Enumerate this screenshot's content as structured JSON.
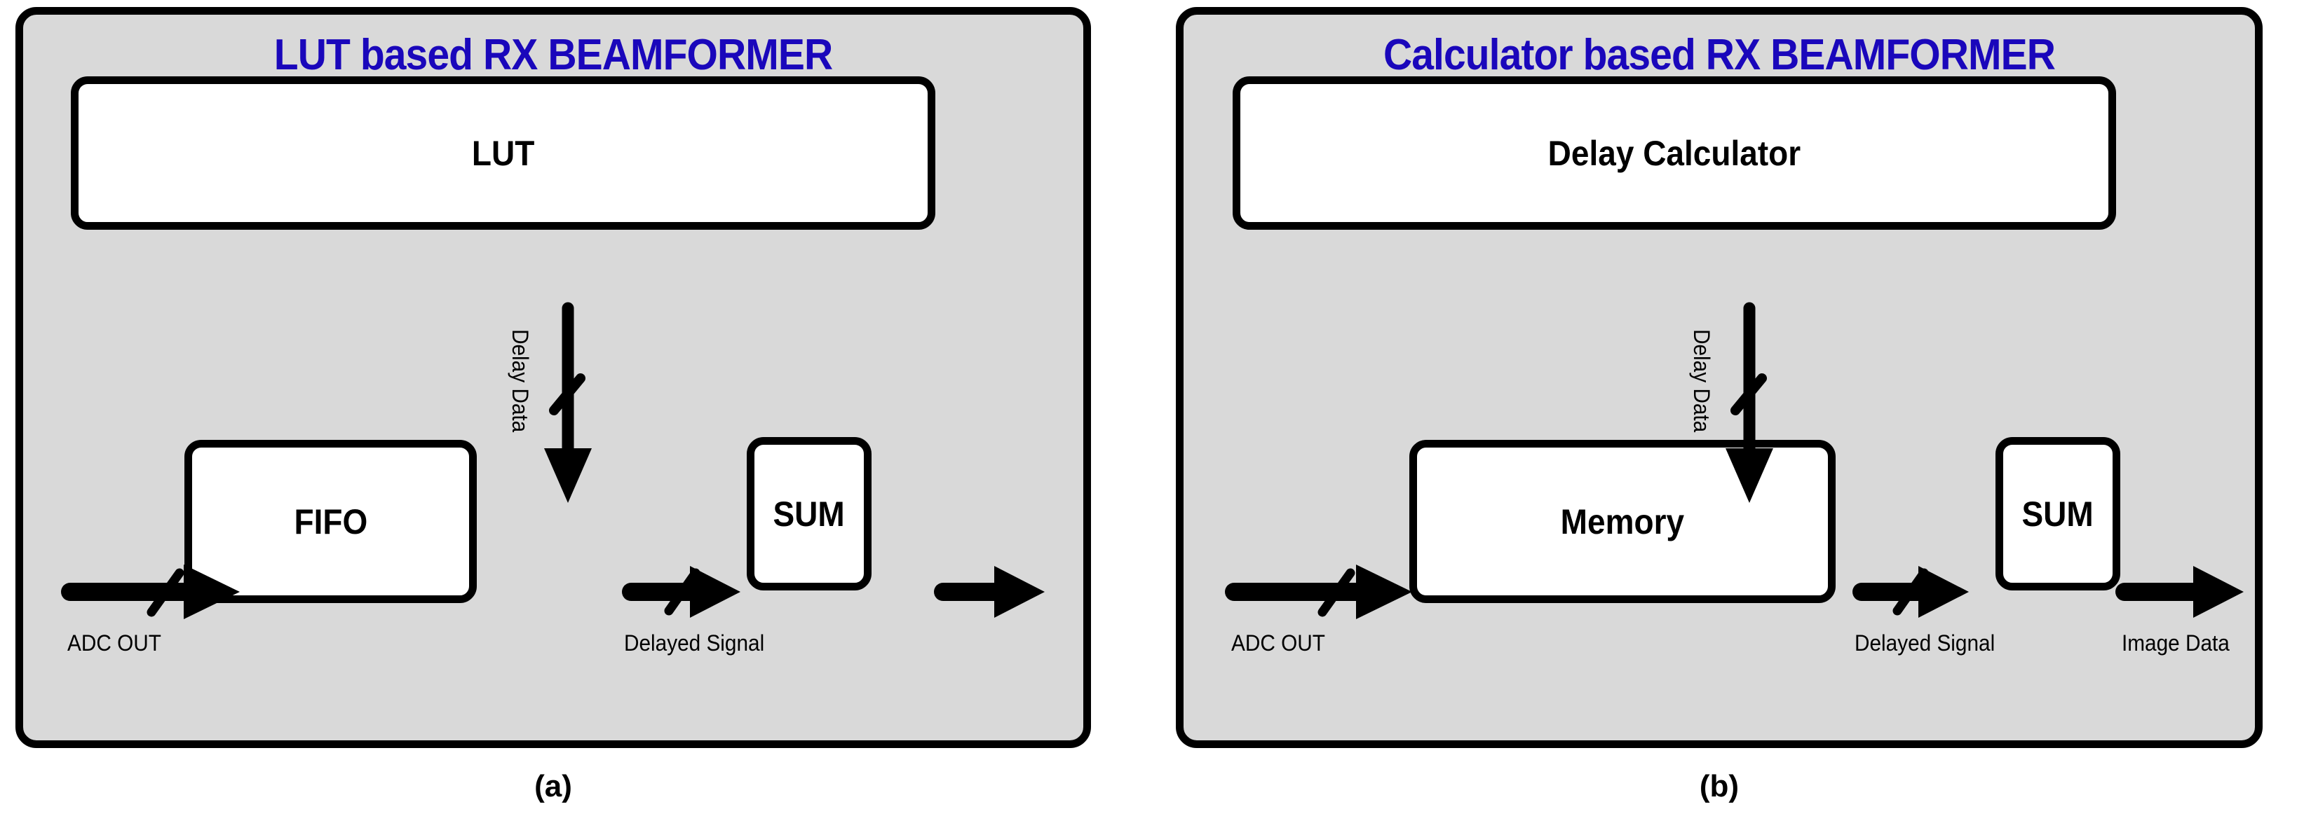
{
  "figure": {
    "background": "#ffffff",
    "panel_fill": "#d9d9d9",
    "stroke": "#000000",
    "title_color": "#1a07bb"
  },
  "panels": [
    {
      "id": "a",
      "title": "LUT based RX BEAMFORMER",
      "caption": "(a)",
      "blocks": {
        "top": "LUT",
        "buffer": "FIFO",
        "sum": "SUM"
      },
      "labels": {
        "vertical_arrow": "Delay Data",
        "input": "ADC OUT",
        "middle": "Delayed Signal",
        "output": ""
      }
    },
    {
      "id": "b",
      "title": "Calculator based RX BEAMFORMER",
      "caption": "(b)",
      "blocks": {
        "top": "Delay Calculator",
        "buffer": "Memory",
        "sum": "SUM"
      },
      "labels": {
        "vertical_arrow": "Delay Data",
        "input": "ADC OUT",
        "middle": "Delayed Signal",
        "output": "Image Data"
      }
    }
  ]
}
